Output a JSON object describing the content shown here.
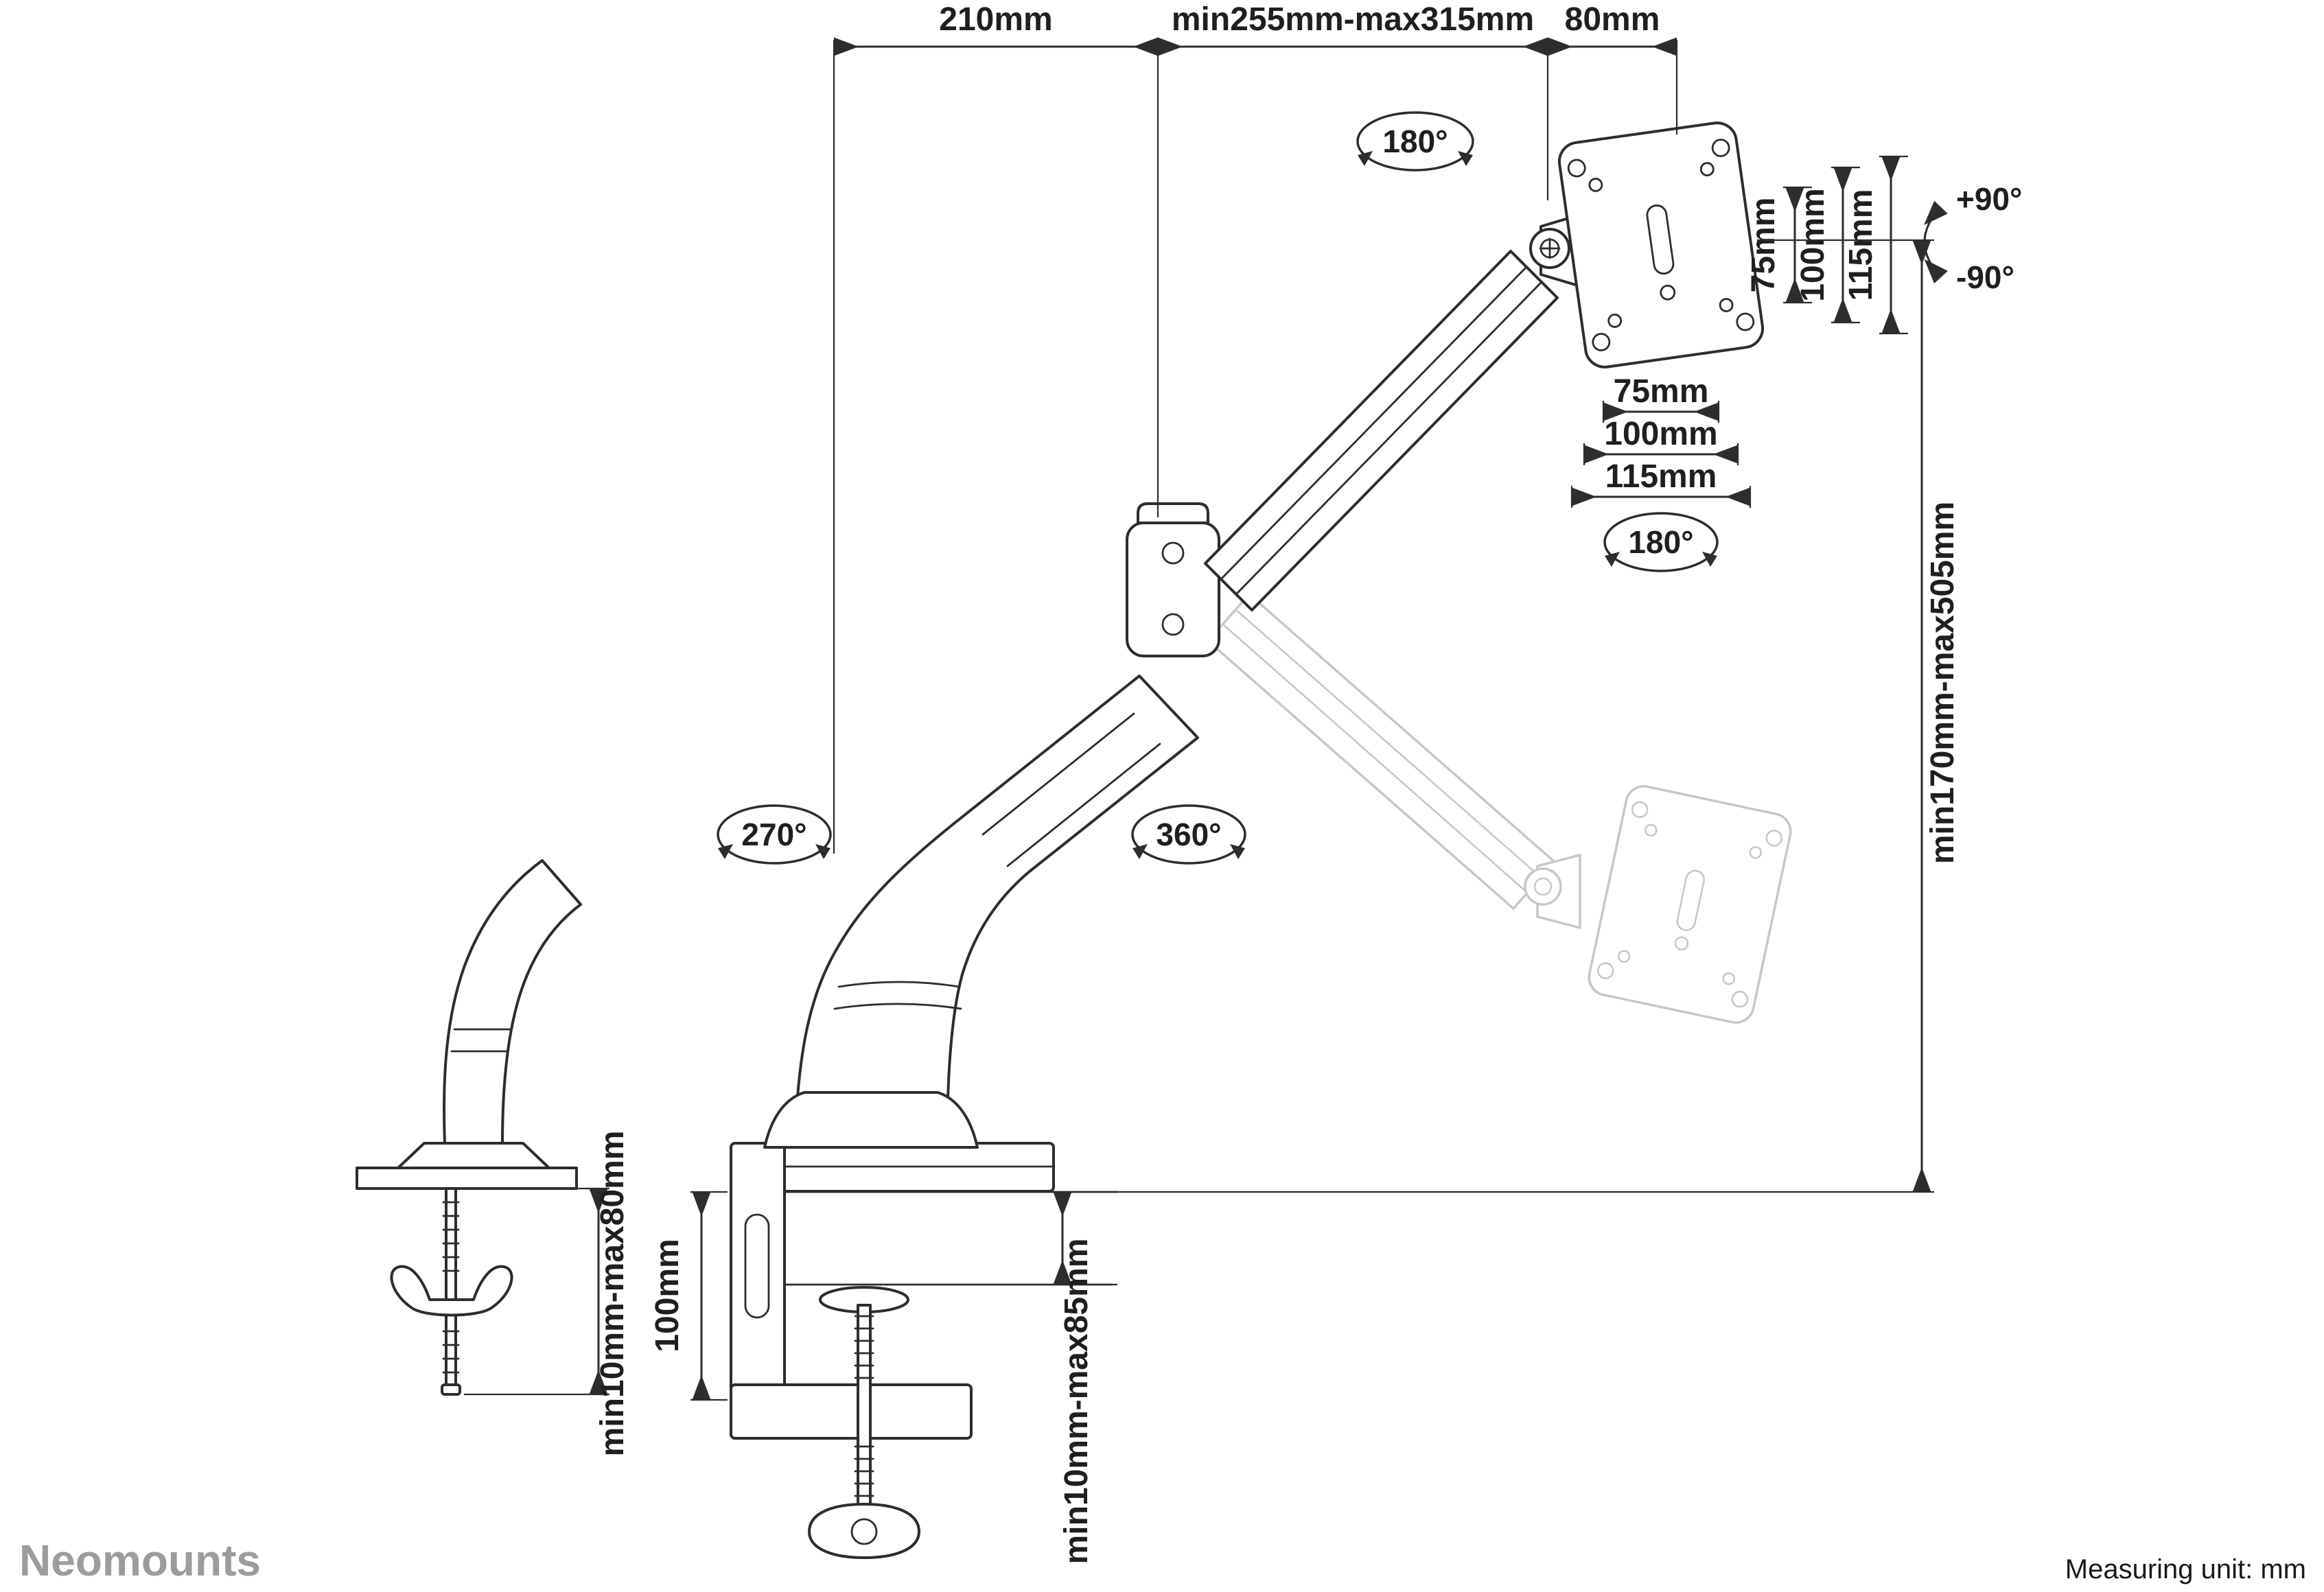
{
  "brand": {
    "logo": "Neomounts"
  },
  "footer": {
    "measuring_unit": "Measuring unit: mm"
  },
  "dimensions": {
    "top_left": "210mm",
    "top_mid": "min255mm-max315mm",
    "top_right": "80mm",
    "vesa_v_75": "75mm",
    "vesa_v_100": "100mm",
    "vesa_v_115": "115mm",
    "vesa_h_75": "75mm",
    "vesa_h_100": "100mm",
    "vesa_h_115": "115mm",
    "height_range": "min170mm-max505mm",
    "pole_range": "min10mm-max80mm",
    "clamp_height": "100mm",
    "desk_thickness": "min10mm-max85mm"
  },
  "rotations": {
    "joint_top": "180°",
    "vesa_spin": "180°",
    "base": "270°",
    "arm": "360°",
    "tilt_up": "+90°",
    "tilt_down": "-90°"
  },
  "colors": {
    "line": "#2d2d2d",
    "ghost": "#c3c8cc",
    "logo_gray": "#9c9c9c"
  }
}
